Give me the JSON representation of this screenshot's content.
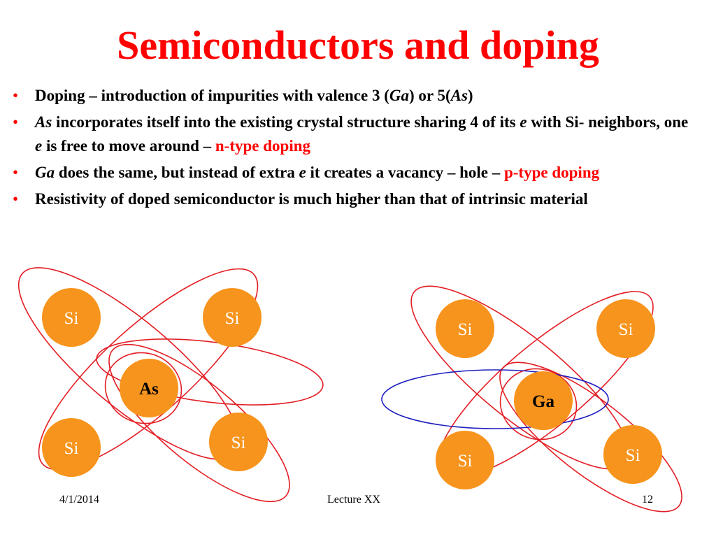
{
  "slide": {
    "title": "Semiconductors and doping",
    "bullets": [
      {
        "parts": [
          {
            "text": "Doping – introduction of impurities with valence 3 ("
          },
          {
            "text": "Ga",
            "italic": true
          },
          {
            "text": ") or 5("
          },
          {
            "text": "As",
            "italic": true
          },
          {
            "text": ")"
          }
        ]
      },
      {
        "parts": [
          {
            "text": "As",
            "italic": true
          },
          {
            "text": " incorporates itself into the existing crystal structure sharing 4 of its "
          },
          {
            "text": "e",
            "italic": true
          },
          {
            "text": " with Si- neighbors, one "
          },
          {
            "text": "e",
            "italic": true
          },
          {
            "text": " is free to move around – "
          },
          {
            "text": "n-type doping",
            "red": true
          }
        ]
      },
      {
        "parts": [
          {
            "text": "Ga",
            "italic": true
          },
          {
            "text": " does the same, but instead of extra "
          },
          {
            "text": "e",
            "italic": true
          },
          {
            "text": " it creates a vacancy – hole – "
          },
          {
            "text": "p-type doping",
            "red": true
          }
        ]
      },
      {
        "parts": [
          {
            "text": "Resistivity of doped semiconductor is much higher than that of intrinsic material"
          }
        ]
      }
    ]
  },
  "diagrams": {
    "n_type": {
      "dopant": "As",
      "neighbors": [
        "Si",
        "Si",
        "Si",
        "Si"
      ]
    },
    "p_type": {
      "dopant": "Ga",
      "neighbors": [
        "Si",
        "Si",
        "Si",
        "Si"
      ]
    }
  },
  "footer": {
    "date": "4/1/2014",
    "center": "Lecture XX",
    "page": "12"
  },
  "colors": {
    "title": "#ff0000",
    "atom": "#f7941d",
    "bond": "#e31e24",
    "hole_orbit": "#1f1fbf"
  }
}
